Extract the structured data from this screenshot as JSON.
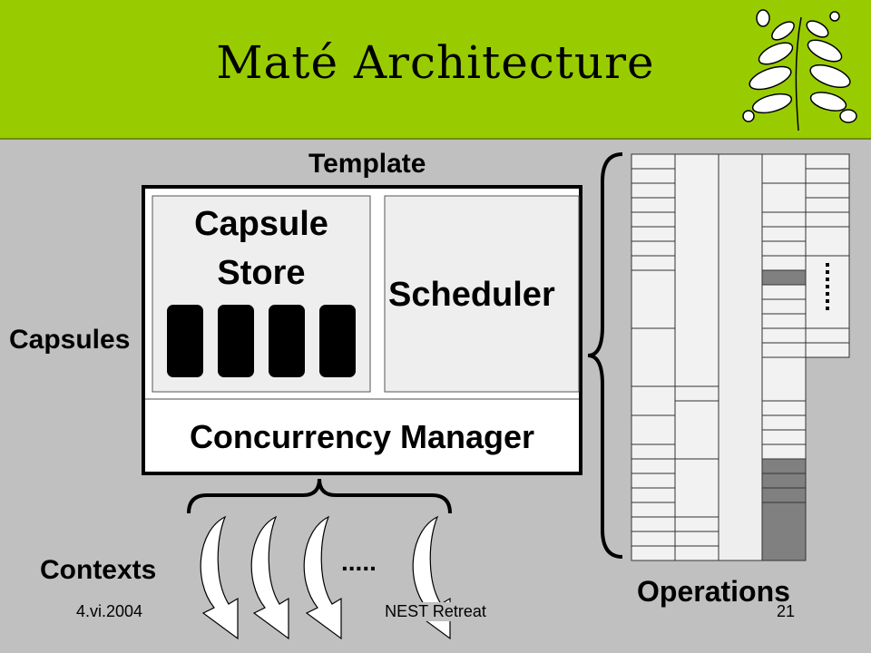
{
  "slide": {
    "title": "Maté Architecture",
    "footer_left": "4.vi.2004",
    "footer_center": "NEST Retreat",
    "footer_right": "21"
  },
  "diagram": {
    "template_label": "Template",
    "capsule_store_line1": "Capsule",
    "capsule_store_line2": "Store",
    "scheduler_label": "Scheduler",
    "concurrency_manager_label": "Concurrency Manager",
    "capsules_label": "Capsules",
    "contexts_label": "Contexts",
    "operations_label": "Operations",
    "ellipsis": "....."
  },
  "colors": {
    "header": "#99cc00",
    "background": "#c0c0c0",
    "highlight_cell": "#808080"
  }
}
